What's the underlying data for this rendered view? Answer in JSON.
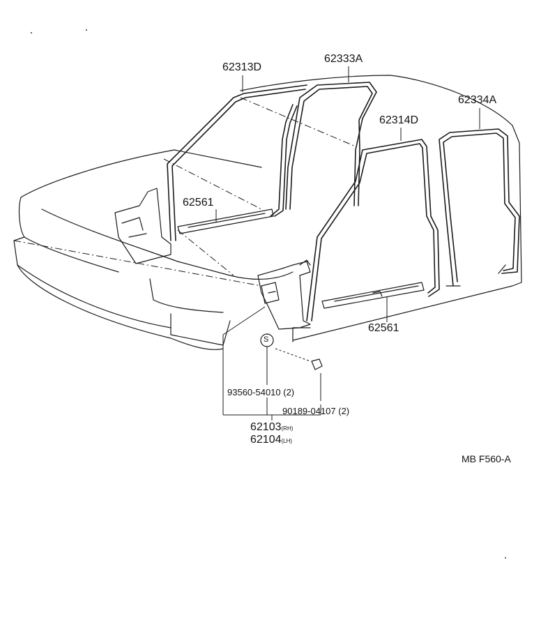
{
  "diagram": {
    "part_labels": {
      "front_door_weatherstrip": "62313D",
      "front_opening_trim": "62333A",
      "rear_opening_trim": "62334A",
      "rear_door_weatherstrip": "62314D",
      "front_scuff_plate": "62561",
      "rear_scuff_plate": "62561",
      "screw": "93560-54010 (2)",
      "clip": "90189-04107 (2)",
      "cowl_panel_rh": "62103",
      "cowl_panel_rh_suffix": "(RH)",
      "cowl_panel_lh": "62104",
      "cowl_panel_lh_suffix": "(LH)",
      "screw_symbol": "S"
    },
    "figure_code": "MB F560-A"
  }
}
